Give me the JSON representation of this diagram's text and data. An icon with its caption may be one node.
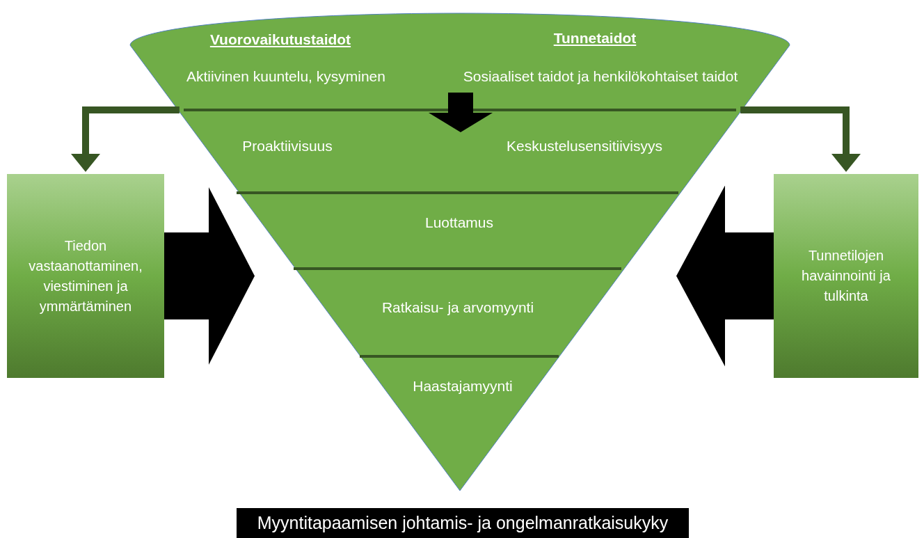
{
  "diagram": {
    "nodes": [
      {
        "text": [],
        "shape": "triangle"
      },
      {
        "text": [
          "Vuorovaikutustaidot",
          "Aktiivinen kuuntelu, kysyminen",
          "Tunnetaidot",
          "Sosiaaliset taidot ja henkilökohtaiset taidot"
        ],
        "in": 0
      },
      {
        "text": [
          "Proaktiivisuus",
          "Keskustelusensitiivisyys"
        ],
        "in": 0
      },
      {
        "text": [
          "Luottamus"
        ],
        "in": 0
      },
      {
        "text": [
          "Ratkaisu- ja arvomyynti"
        ],
        "in": 0
      },
      {
        "text": [
          "Haastajamyynti"
        ],
        "in": 0
      },
      {
        "text": [
          "Tiedon vastaanottaminen, viestiminen ja ymmärtäminen"
        ]
      },
      {
        "text": [
          "Tunnetilojen havainnointi ja tulkinta"
        ]
      },
      {
        "text": [
          "Myyntitapaamisen johtamis- ja ongelmanratkaisukyky"
        ]
      }
    ],
    "edges": [
      {
        "from": 1,
        "to": 6,
        "arrow": "to",
        "color": "#375623"
      },
      {
        "from": 1,
        "to": 7,
        "arrow": "to",
        "color": "#375623"
      },
      {
        "from": 1,
        "to": 2,
        "arrow": "to"
      },
      {
        "from": 6,
        "to": 0,
        "arrow": "to",
        "style": "thick"
      },
      {
        "from": 7,
        "to": 0,
        "arrow": "to",
        "style": "thick"
      }
    ]
  }
}
